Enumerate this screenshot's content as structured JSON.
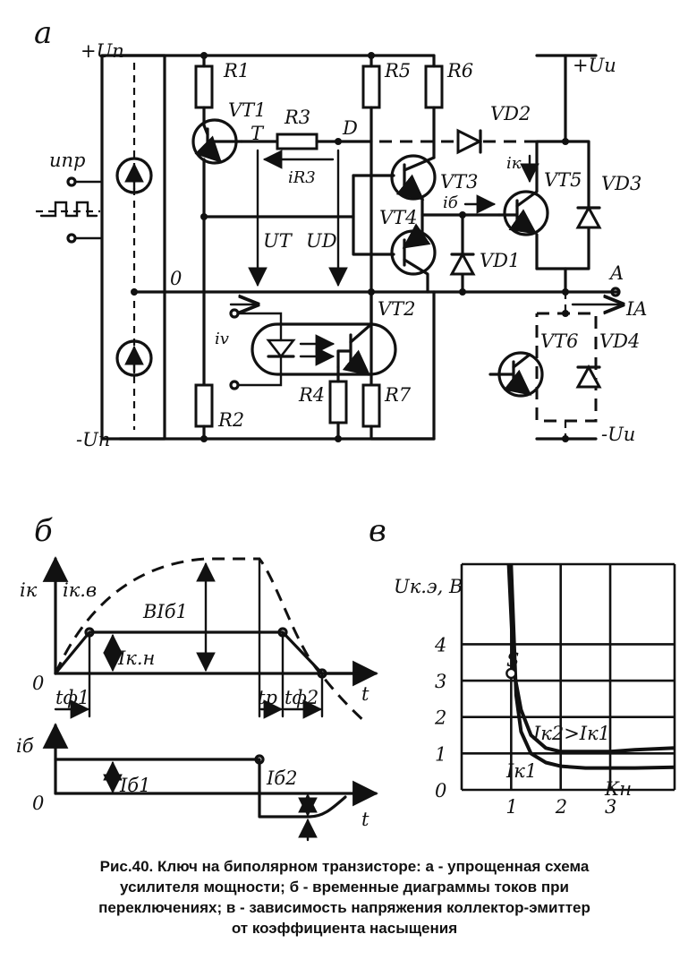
{
  "circuit": {
    "panel_letter": "а",
    "supply_pos": "+Uп",
    "supply_neg": "-Uп",
    "input_label": "uпр",
    "node_zero": "0",
    "node_T": "T",
    "node_D": "D",
    "node_A": "A",
    "out_supply_pos": "+Uи",
    "out_supply_neg": "-Uи",
    "resistors": [
      "R1",
      "R2",
      "R3",
      "R4",
      "R5",
      "R6",
      "R7"
    ],
    "transistors": [
      "VT1",
      "VT2",
      "VT3",
      "VT4",
      "VT5",
      "VT6"
    ],
    "diodes": [
      "VD1",
      "VD2",
      "VD3",
      "VD4"
    ],
    "current_R3": "iR3",
    "current_base": "iб",
    "current_collector": "iк",
    "current_opto": "iv",
    "current_output": "IA",
    "voltage_T": "UT",
    "voltage_D": "UD"
  },
  "timing": {
    "panel_letter": "б",
    "ylabel_top": "iк",
    "series_top": "iк.в",
    "label_sat": "BIб1",
    "label_ikn": "Iк.н",
    "zero_top": "0",
    "t_axis": "t",
    "t_front1": "tф1",
    "t_res": "tр",
    "t_front2": "tф2",
    "ylabel_bottom": "iб",
    "label_ib1": "Iб1",
    "label_ib2": "Iб2",
    "zero_bottom": "0",
    "t_axis_bottom": "t"
  },
  "chart_data": {
    "type": "line",
    "title": "",
    "ylabel": "Uк.э, В",
    "xlabel": "Кн",
    "x_ticks": [
      "1",
      "2",
      "3"
    ],
    "y_ticks": [
      "0",
      "1",
      "2",
      "3",
      "4"
    ],
    "xlim": [
      0,
      4.3
    ],
    "ylim": [
      0,
      6.2
    ],
    "point_label": "S",
    "annotation": "Iк2>Iк1",
    "series": [
      {
        "name": "Iк1",
        "x": [
          1.0,
          1.1,
          1.2,
          1.4,
          1.7,
          2.0,
          2.5,
          3.0,
          3.5,
          4.3
        ],
        "y": [
          6.2,
          2.6,
          1.6,
          1.0,
          0.75,
          0.65,
          0.6,
          0.6,
          0.6,
          0.62
        ]
      },
      {
        "name": "",
        "x": [
          0.95,
          1.05,
          1.2,
          1.4,
          1.7,
          2.0,
          2.5,
          3.0,
          3.5,
          4.3
        ],
        "y": [
          6.2,
          3.3,
          2.2,
          1.5,
          1.15,
          1.05,
          1.05,
          1.05,
          1.1,
          1.15
        ]
      }
    ],
    "marker": {
      "x": 1.0,
      "y": 3.2
    },
    "panel_letter": "в"
  },
  "caption": {
    "line1": "Рис.40. Ключ на биполярном транзисторе: а - упрощенная схема",
    "line2": "усилителя мощности; б - временные диаграммы токов при",
    "line3": "переключениях; в - зависимость напряжения коллектор-эмиттер",
    "line4": "от коэффициента насыщения"
  }
}
